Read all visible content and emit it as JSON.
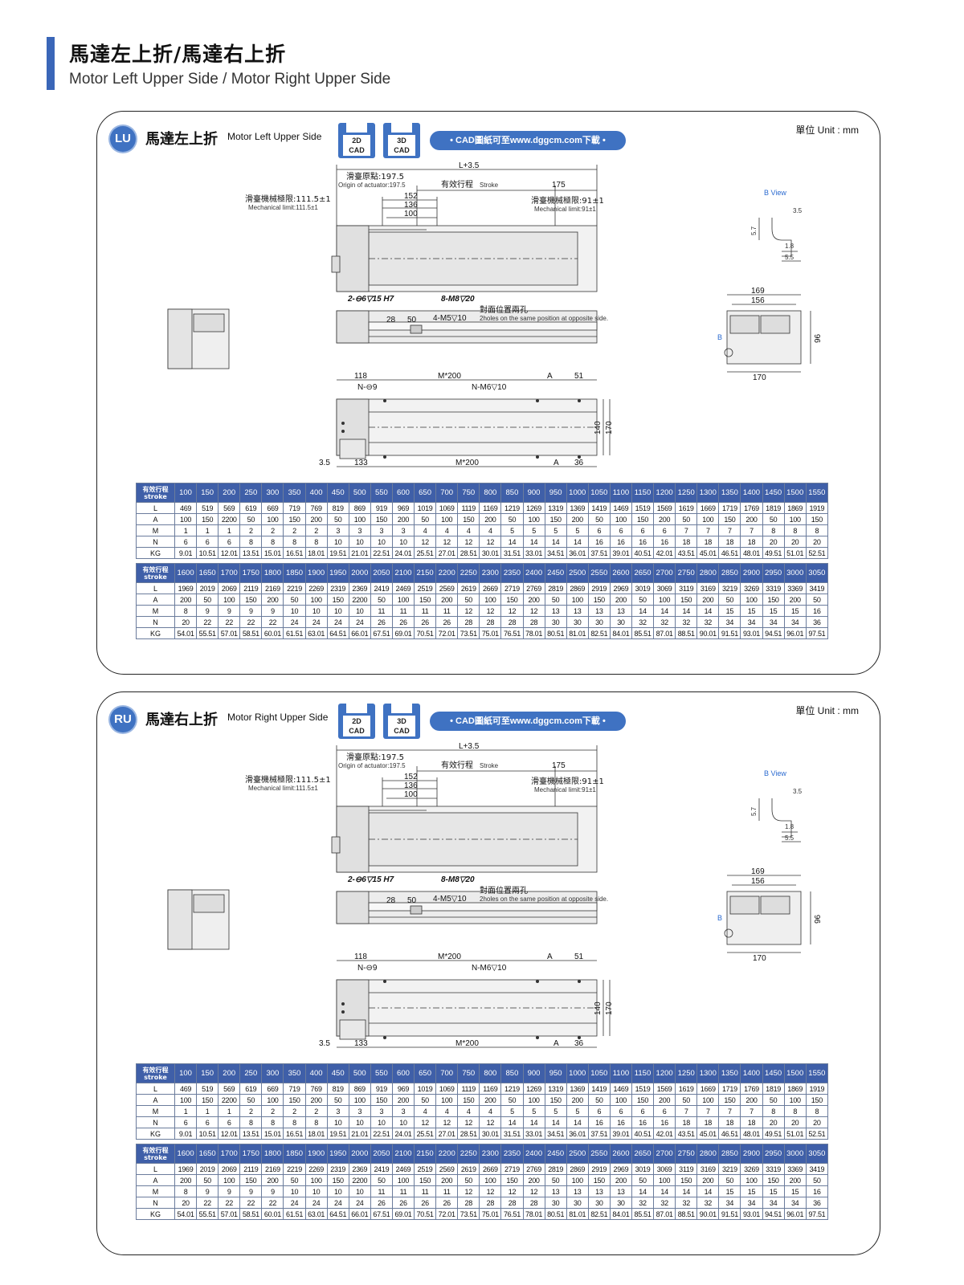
{
  "header": {
    "title_zh": "馬達左上折/馬達右上折",
    "title_en": "Motor Left Upper Side / Motor Right Upper Side"
  },
  "colors": {
    "accent": "#3f72c2",
    "table_header": "#3f5fa8",
    "bview": "#2a6ad0"
  },
  "cad": {
    "label_2d": "2D CAD",
    "label_2d_a": "2D",
    "label_2d_b": "CAD",
    "label_3d_a": "3D",
    "label_3d_b": "CAD",
    "link": "• CAD圖紙可至www.dggcm.com下載 •",
    "icon": "floppy-disk-icon"
  },
  "unit": "單位 Unit : mm",
  "drawing_labels": {
    "overall": "L+3.5",
    "origin_zh": "滑臺原點:197.5",
    "origin_en": "Origin of actuator:197.5",
    "stroke_zh": "有效行程",
    "stroke_en": "Stroke",
    "d175": "175",
    "mech_left_zh": "滑臺機械極限:111.5±1",
    "mech_left_en": "Mechanical limit:111.5±1",
    "mech_right_zh": "滑臺機械極限:91±1",
    "mech_right_en": "Mechanical limit:91±1",
    "d152": "152",
    "d136": "136",
    "d100": "100",
    "pin_holes": "2-⊖6▽15 H7",
    "m8_holes": "8-M8▽20",
    "opposite_zh": "對面位置兩孔",
    "opposite_en": "2holes on the same position at opposite side.",
    "d28": "28",
    "d50": "50",
    "m5_holes": "4-M5▽10",
    "d118": "118",
    "n_holes9": "N-⊖9",
    "m200": "M*200",
    "a": "A",
    "d51": "51",
    "n_m6": "N-M6▽10",
    "d140": "140",
    "d170": "170",
    "d35": "3.5",
    "d133": "133",
    "d36": "36",
    "bview": "B View",
    "bview_35": "3.5",
    "bview_57": "5.7",
    "bview_18": "1.8",
    "bview_55": "5.5",
    "e169": "169",
    "e156": "156",
    "e96": "96",
    "e170": "170",
    "b_marker": "B"
  },
  "panels": [
    {
      "id": "LU",
      "badge": "LU",
      "title_zh": "馬達左上折",
      "title_en": "Motor Left Upper Side"
    },
    {
      "id": "RU",
      "badge": "RU",
      "title_zh": "馬達右上折",
      "title_en": "Motor Right Upper Side"
    }
  ],
  "table": {
    "corner_zh": "有效行程",
    "corner_en": "stroke",
    "row_labels": [
      "L",
      "A",
      "M",
      "N",
      "KG"
    ],
    "part1": {
      "stroke": [
        "100",
        "150",
        "200",
        "250",
        "300",
        "350",
        "400",
        "450",
        "500",
        "550",
        "600",
        "650",
        "700",
        "750",
        "800",
        "850",
        "900",
        "950",
        "1000",
        "1050",
        "1100",
        "1150",
        "1200",
        "1250",
        "1300",
        "1350",
        "1400",
        "1450",
        "1500",
        "1550"
      ],
      "L": [
        "469",
        "519",
        "569",
        "619",
        "669",
        "719",
        "769",
        "819",
        "869",
        "919",
        "969",
        "1019",
        "1069",
        "1119",
        "1169",
        "1219",
        "1269",
        "1319",
        "1369",
        "1419",
        "1469",
        "1519",
        "1569",
        "1619",
        "1669",
        "1719",
        "1769",
        "1819",
        "1869",
        "1919"
      ],
      "A": [
        "100",
        "150",
        "2200",
        "50",
        "100",
        "150",
        "200",
        "50",
        "100",
        "150",
        "200",
        "50",
        "100",
        "150",
        "200",
        "50",
        "100",
        "150",
        "200",
        "50",
        "100",
        "150",
        "200",
        "50",
        "100",
        "150",
        "200",
        "50",
        "100",
        "150"
      ],
      "M": [
        "1",
        "1",
        "1",
        "2",
        "2",
        "2",
        "2",
        "3",
        "3",
        "3",
        "3",
        "4",
        "4",
        "4",
        "4",
        "5",
        "5",
        "5",
        "5",
        "6",
        "6",
        "6",
        "6",
        "7",
        "7",
        "7",
        "7",
        "8",
        "8",
        "8"
      ],
      "N": [
        "6",
        "6",
        "6",
        "8",
        "8",
        "8",
        "8",
        "10",
        "10",
        "10",
        "10",
        "12",
        "12",
        "12",
        "12",
        "14",
        "14",
        "14",
        "14",
        "16",
        "16",
        "16",
        "16",
        "18",
        "18",
        "18",
        "18",
        "20",
        "20",
        "20"
      ],
      "KG": [
        "9.01",
        "10.51",
        "12.01",
        "13.51",
        "15.01",
        "16.51",
        "18.01",
        "19.51",
        "21.01",
        "22.51",
        "24.01",
        "25.51",
        "27.01",
        "28.51",
        "30.01",
        "31.51",
        "33.01",
        "34.51",
        "36.01",
        "37.51",
        "39.01",
        "40.51",
        "42.01",
        "43.51",
        "45.01",
        "46.51",
        "48.01",
        "49.51",
        "51.01",
        "52.51"
      ]
    },
    "part2": {
      "stroke": [
        "1600",
        "1650",
        "1700",
        "1750",
        "1800",
        "1850",
        "1900",
        "1950",
        "2000",
        "2050",
        "2100",
        "2150",
        "2200",
        "2250",
        "2300",
        "2350",
        "2400",
        "2450",
        "2500",
        "2550",
        "2600",
        "2650",
        "2700",
        "2750",
        "2800",
        "2850",
        "2900",
        "2950",
        "3000",
        "3050"
      ],
      "L": [
        "1969",
        "2019",
        "2069",
        "2119",
        "2169",
        "2219",
        "2269",
        "2319",
        "2369",
        "2419",
        "2469",
        "2519",
        "2569",
        "2619",
        "2669",
        "2719",
        "2769",
        "2819",
        "2869",
        "2919",
        "2969",
        "3019",
        "3069",
        "3119",
        "3169",
        "3219",
        "3269",
        "3319",
        "3369",
        "3419"
      ],
      "A": [
        "200",
        "50",
        "100",
        "150",
        "200",
        "50",
        "100",
        "150",
        "2200",
        "50",
        "100",
        "150",
        "200",
        "50",
        "100",
        "150",
        "200",
        "50",
        "100",
        "150",
        "200",
        "50",
        "100",
        "150",
        "200",
        "50",
        "100",
        "150",
        "200",
        "50"
      ],
      "M": [
        "8",
        "9",
        "9",
        "9",
        "9",
        "10",
        "10",
        "10",
        "10",
        "11",
        "11",
        "11",
        "11",
        "12",
        "12",
        "12",
        "12",
        "13",
        "13",
        "13",
        "13",
        "14",
        "14",
        "14",
        "14",
        "15",
        "15",
        "15",
        "15",
        "16"
      ],
      "N": [
        "20",
        "22",
        "22",
        "22",
        "22",
        "24",
        "24",
        "24",
        "24",
        "26",
        "26",
        "26",
        "26",
        "28",
        "28",
        "28",
        "28",
        "30",
        "30",
        "30",
        "30",
        "32",
        "32",
        "32",
        "32",
        "34",
        "34",
        "34",
        "34",
        "36"
      ],
      "KG": [
        "54.01",
        "55.51",
        "57.01",
        "58.51",
        "60.01",
        "61.51",
        "63.01",
        "64.51",
        "66.01",
        "67.51",
        "69.01",
        "70.51",
        "72.01",
        "73.51",
        "75.01",
        "76.51",
        "78.01",
        "80.51",
        "81.01",
        "82.51",
        "84.01",
        "85.51",
        "87.01",
        "88.51",
        "90.01",
        "91.51",
        "93.01",
        "94.51",
        "96.01",
        "97.51"
      ]
    }
  }
}
